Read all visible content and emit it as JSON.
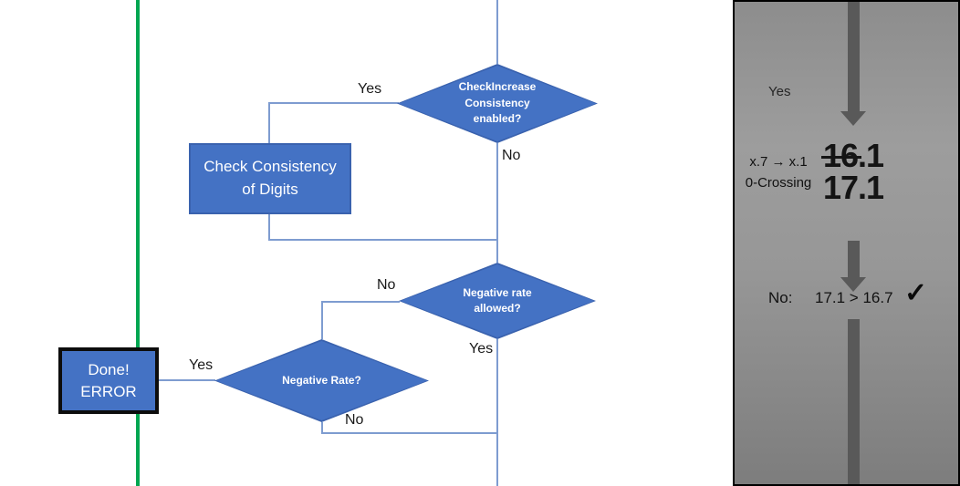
{
  "colors": {
    "node_fill": "#4472C4",
    "node_border": "#3A62AE",
    "connector_blue": "#7E9CD0",
    "green_line": "#00A651",
    "panel_arrow_gray": "#595959",
    "panel_border": "#000000",
    "panel_gradient": [
      "#8d8d8d",
      "#9d9d9d",
      "#7d7d7d"
    ]
  },
  "flowchart": {
    "decision_check_increase": {
      "text": "CheckIncrease\nConsistency\nenabled?"
    },
    "process_check_consistency": {
      "text": "Check Consistency\nof Digits"
    },
    "decision_negative_rate_allowed": {
      "text": "Negative rate\nallowed?"
    },
    "decision_negative_rate": {
      "text": "Negative Rate?"
    },
    "terminal_done_error": {
      "text": "Done!\nERROR"
    },
    "edge_labels": {
      "check_increase_yes": "Yes",
      "check_increase_no": "No",
      "negative_rate_allowed_no": "No",
      "negative_rate_allowed_yes": "Yes",
      "negative_rate_yes": "Yes",
      "negative_rate_no": "No"
    }
  },
  "side_panel": {
    "yes_label": "Yes",
    "annotation": {
      "line1": "x.7 → x.1",
      "line2": "0-Crossing"
    },
    "old_value": {
      "struck": "16",
      "rest": ".1"
    },
    "new_value": "17.1",
    "result": {
      "label": "No:",
      "expression": "17.1 > 16.7",
      "check_icon": "✓"
    }
  }
}
